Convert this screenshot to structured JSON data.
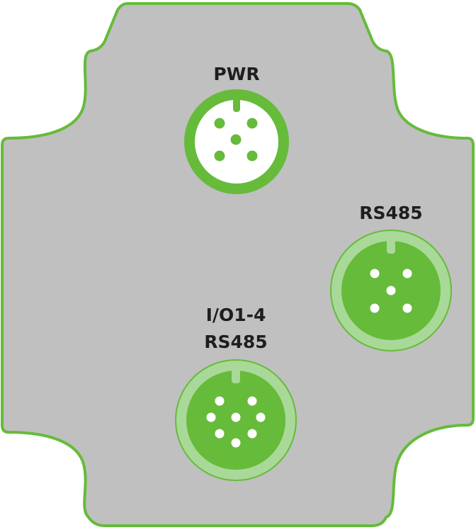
{
  "colors": {
    "housing_fill": "#c0c0c0",
    "housing_outline": "#66bb3a",
    "connector_green": "#66bb3a",
    "connector_light_ring": "#a9d998",
    "pin_white": "#ffffff",
    "label_text": "#1e1e1e"
  },
  "connectors": {
    "pwr": {
      "label": "PWR",
      "pins": 5,
      "style": "white-face-green-ring-green-pins"
    },
    "rs485": {
      "label": "RS485",
      "pins": 5,
      "style": "green-face-light-ring-white-pins"
    },
    "io": {
      "label_line1": "I/O1-4",
      "label_line2": "RS485",
      "pins": 8,
      "style": "green-face-light-ring-white-pins"
    }
  }
}
